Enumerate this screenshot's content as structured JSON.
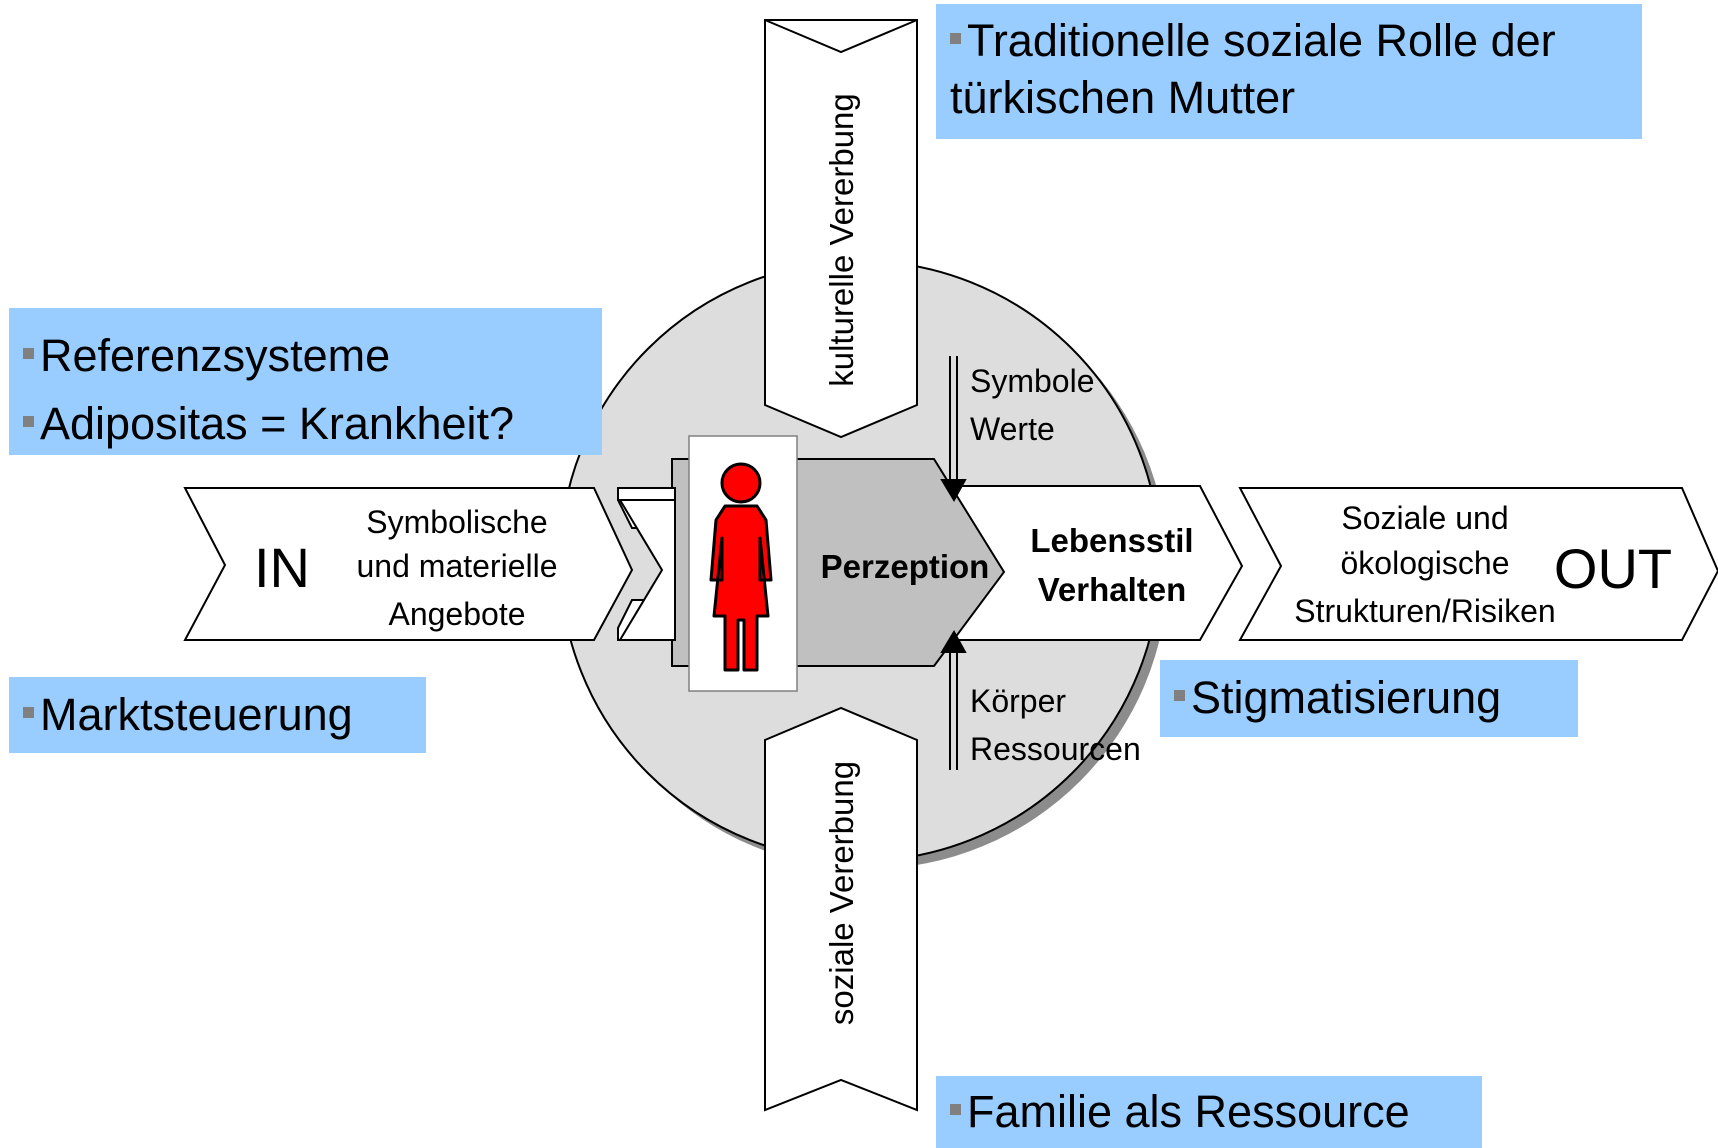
{
  "colors": {
    "box_fill": "#99ccff",
    "circle_fill": "#dddddd",
    "circle_shadow": "#8c8c8c",
    "figure": "#ff0000",
    "perception_fill": "#c0c0c0",
    "arrow_fill": "#ffffff"
  },
  "icons": {
    "figure": "female-person-icon"
  },
  "diagram": {
    "in_label": "IN",
    "in_text": [
      "Symbolische",
      "und materielle",
      "Angebote"
    ],
    "perception_label": "Perzeption",
    "lifestyle_text": [
      "Lebensstil",
      "Verhalten"
    ],
    "out_text": [
      "Soziale und",
      "ökologische",
      "Strukturen/Risiken"
    ],
    "out_label": "OUT",
    "top_arrow_label": "kulturelle Vererbung",
    "bottom_arrow_label": "soziale Vererbung",
    "symbols_text": [
      "Symbole",
      "Werte"
    ],
    "body_text": [
      "Körper",
      "Ressourcen"
    ]
  },
  "boxes": {
    "top_right": [
      "Traditionelle soziale Rolle der",
      "türkischen Mutter"
    ],
    "left_upper": [
      "Referenzsysteme",
      "Adipositas = Krankheit?"
    ],
    "left_lower": [
      "Marktsteuerung"
    ],
    "right_middle": [
      "Stigmatisierung"
    ],
    "bottom_right": [
      "Familie als Ressource"
    ]
  }
}
